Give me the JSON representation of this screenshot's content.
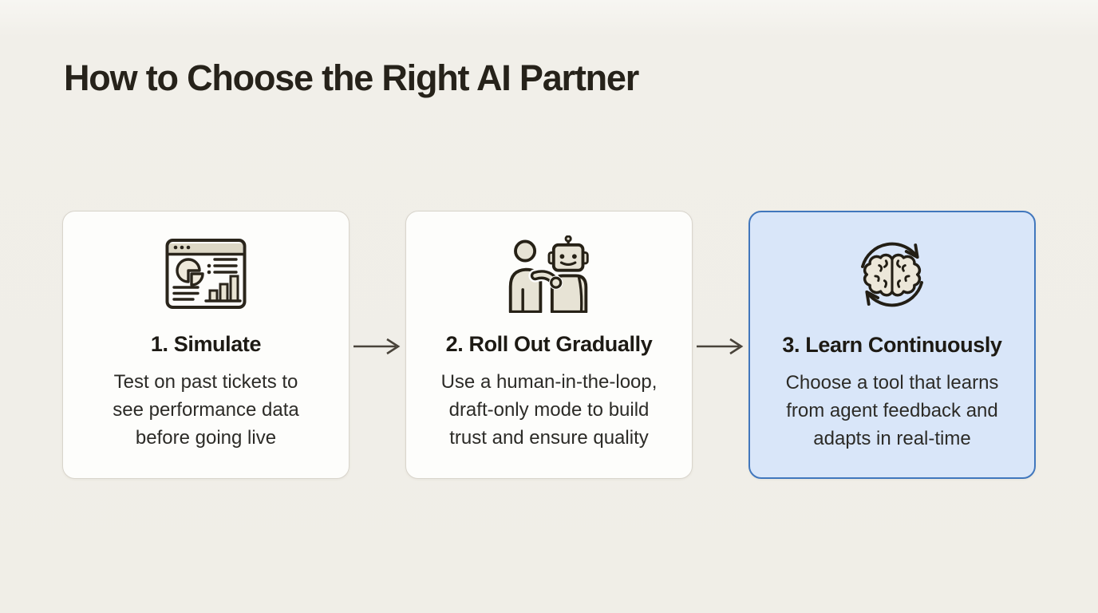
{
  "page": {
    "title": "How to Choose the Right AI Partner"
  },
  "steps": [
    {
      "title": "1. Simulate",
      "description_lines": [
        "Test on past tickets to",
        "see performance data",
        "before going live"
      ],
      "icon": "analytics-dashboard-icon",
      "highlighted": false
    },
    {
      "title": "2. Roll Out Gradually",
      "description_lines": [
        "Use a human-in-the-loop,",
        "draft-only mode to build",
        "trust and ensure quality"
      ],
      "icon": "human-robot-handshake-icon",
      "highlighted": false
    },
    {
      "title": "3. Learn Continuously",
      "description_lines": [
        "Choose a tool that learns",
        "from agent feedback and",
        "adapts in real-time"
      ],
      "icon": "brain-cycle-icon",
      "highlighted": true
    }
  ],
  "colors": {
    "background": "#f1efe9",
    "card_background": "#fdfdfb",
    "card_border": "#d9d5cc",
    "highlight_card_background": "#d9e6f9",
    "highlight_card_border": "#4177bd",
    "icon_stroke": "#2a251b",
    "icon_fill": "#e7e3d4",
    "arrow": "#49433a",
    "title_text": "#26221a",
    "body_text": "#2c2b27"
  }
}
